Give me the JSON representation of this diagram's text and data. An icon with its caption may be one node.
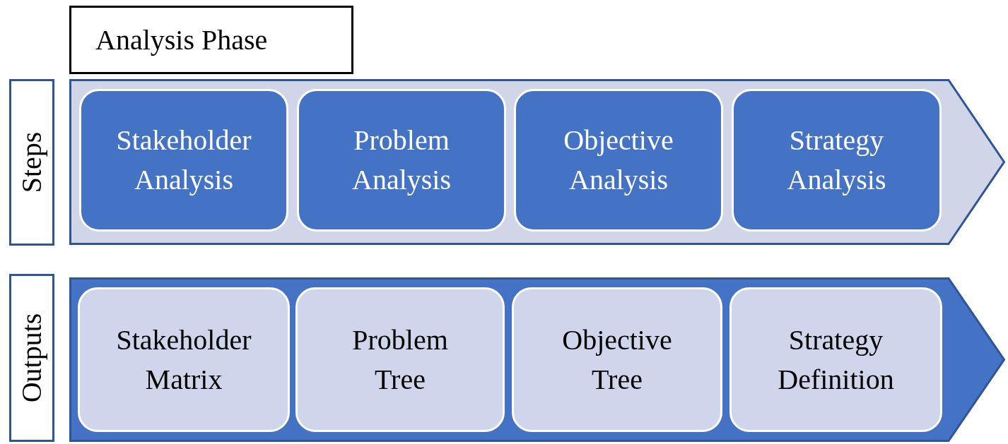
{
  "diagram": {
    "nodes": [
      {
        "text": [
          "Analysis Phase"
        ]
      },
      {
        "text": [
          "Steps"
        ]
      },
      {
        "text": [],
        "shape": "chevron"
      },
      {
        "text": [
          "Stakeholder Analysis"
        ],
        "in": 2
      },
      {
        "text": [
          "Problem Analysis"
        ],
        "in": 2
      },
      {
        "text": [
          "Objective Analysis"
        ],
        "in": 2
      },
      {
        "text": [
          "Strategy Analysis"
        ],
        "in": 2
      },
      {
        "text": [
          "Outputs"
        ]
      },
      {
        "text": [],
        "shape": "chevron"
      },
      {
        "text": [
          "Stakeholder Matrix"
        ],
        "in": 8
      },
      {
        "text": [
          "Problem Tree"
        ],
        "in": 8
      },
      {
        "text": [
          "Objective Tree"
        ],
        "in": 8
      },
      {
        "text": [
          "Strategy Definition"
        ],
        "in": 8
      }
    ]
  }
}
